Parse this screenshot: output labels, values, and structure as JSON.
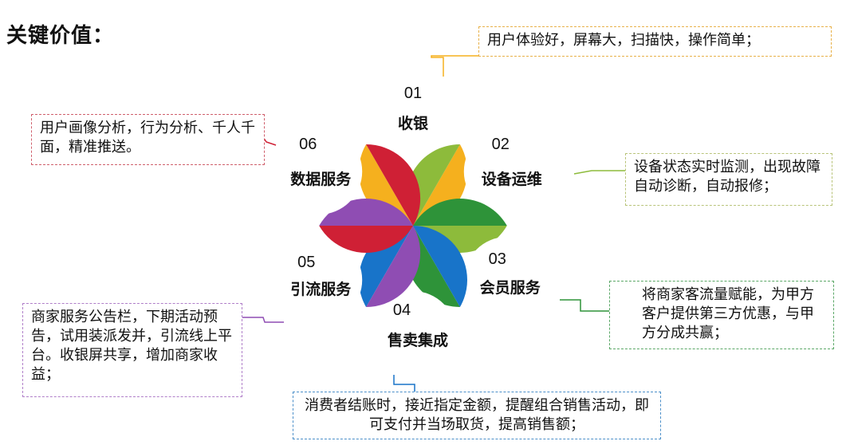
{
  "title": "关键价值：",
  "petals": [
    {
      "num": "01",
      "label": "收银",
      "color": "#F5B01E"
    },
    {
      "num": "02",
      "label": "设备运维",
      "color": "#8DBB3B"
    },
    {
      "num": "03",
      "label": "会员服务",
      "color": "#2E9339"
    },
    {
      "num": "04",
      "label": "售卖集成",
      "color": "#1874C9"
    },
    {
      "num": "05",
      "label": "引流服务",
      "color": "#8F4DB3"
    },
    {
      "num": "06",
      "label": "数据服务",
      "color": "#CF2035"
    }
  ],
  "notes": {
    "n01": "用户体验好，屏幕大，扫描快，操作简单；",
    "n02": "设备状态实时监测，出现故障自动诊断，自动报修；",
    "n03": "将商家客流量赋能，为甲方客户提供第三方优惠，与甲方分成共赢；",
    "n04": "消费者结账时，接近指定金额，提醒组合销售活动，即可支付并当场取货，提高销售额；",
    "n05": "商家服务公告栏，下期活动预告，试用装派发并，引流线上平台。收银屏共享，增加商家收益；",
    "n06": "用户画像分析，行为分析、千人千面，精准推送。"
  }
}
